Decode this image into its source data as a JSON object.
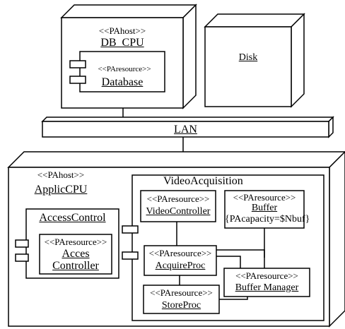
{
  "db_node": {
    "stereotype": "<<PAhost>>",
    "name": "DB_CPU"
  },
  "database": {
    "stereotype": "<<PAresource>>",
    "name": "Database"
  },
  "disk": {
    "name": "Disk"
  },
  "lan": {
    "name": "LAN"
  },
  "applic_node": {
    "stereotype": "<<PAhost>>",
    "name": "ApplicCPU"
  },
  "access_control": {
    "name": "AccessControl",
    "inner": {
      "stereotype": "<<PAresource>>",
      "line1": "Acces",
      "line2": "Controller"
    }
  },
  "video_acquisition": {
    "name": "VideoAcquisition",
    "video_controller": {
      "stereotype": "<<PAresource>>",
      "name": "VideoController"
    },
    "buffer": {
      "stereotype": "<<PAresource>>",
      "name": "Buffer",
      "tag": "{PAcapacity=$Nbuf}"
    },
    "acquire_proc": {
      "stereotype": "<<PAresource>>",
      "name": "AcquireProc"
    },
    "buffer_manager": {
      "stereotype": "<<PAresource>>",
      "name": "Buffer Manager"
    },
    "store_proc": {
      "stereotype": "<<PAresource>>",
      "name": "StoreProc"
    }
  }
}
